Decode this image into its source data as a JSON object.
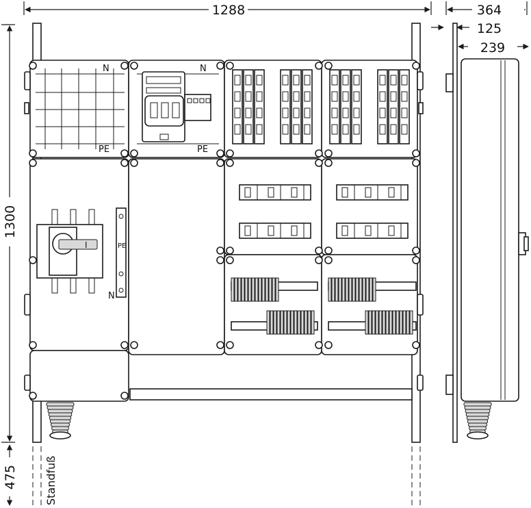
{
  "dimensions": {
    "width_total": "1288",
    "depth_total": "364",
    "depth_front": "125",
    "depth_body": "239",
    "height": "1300",
    "foot_height": "475"
  },
  "labels": {
    "n": "N",
    "pe": "PE",
    "switch_on": "I",
    "foot": "Standfuß"
  },
  "colors": {
    "line": "#1a1a1a",
    "fill_grey": "#d9d9d9"
  }
}
